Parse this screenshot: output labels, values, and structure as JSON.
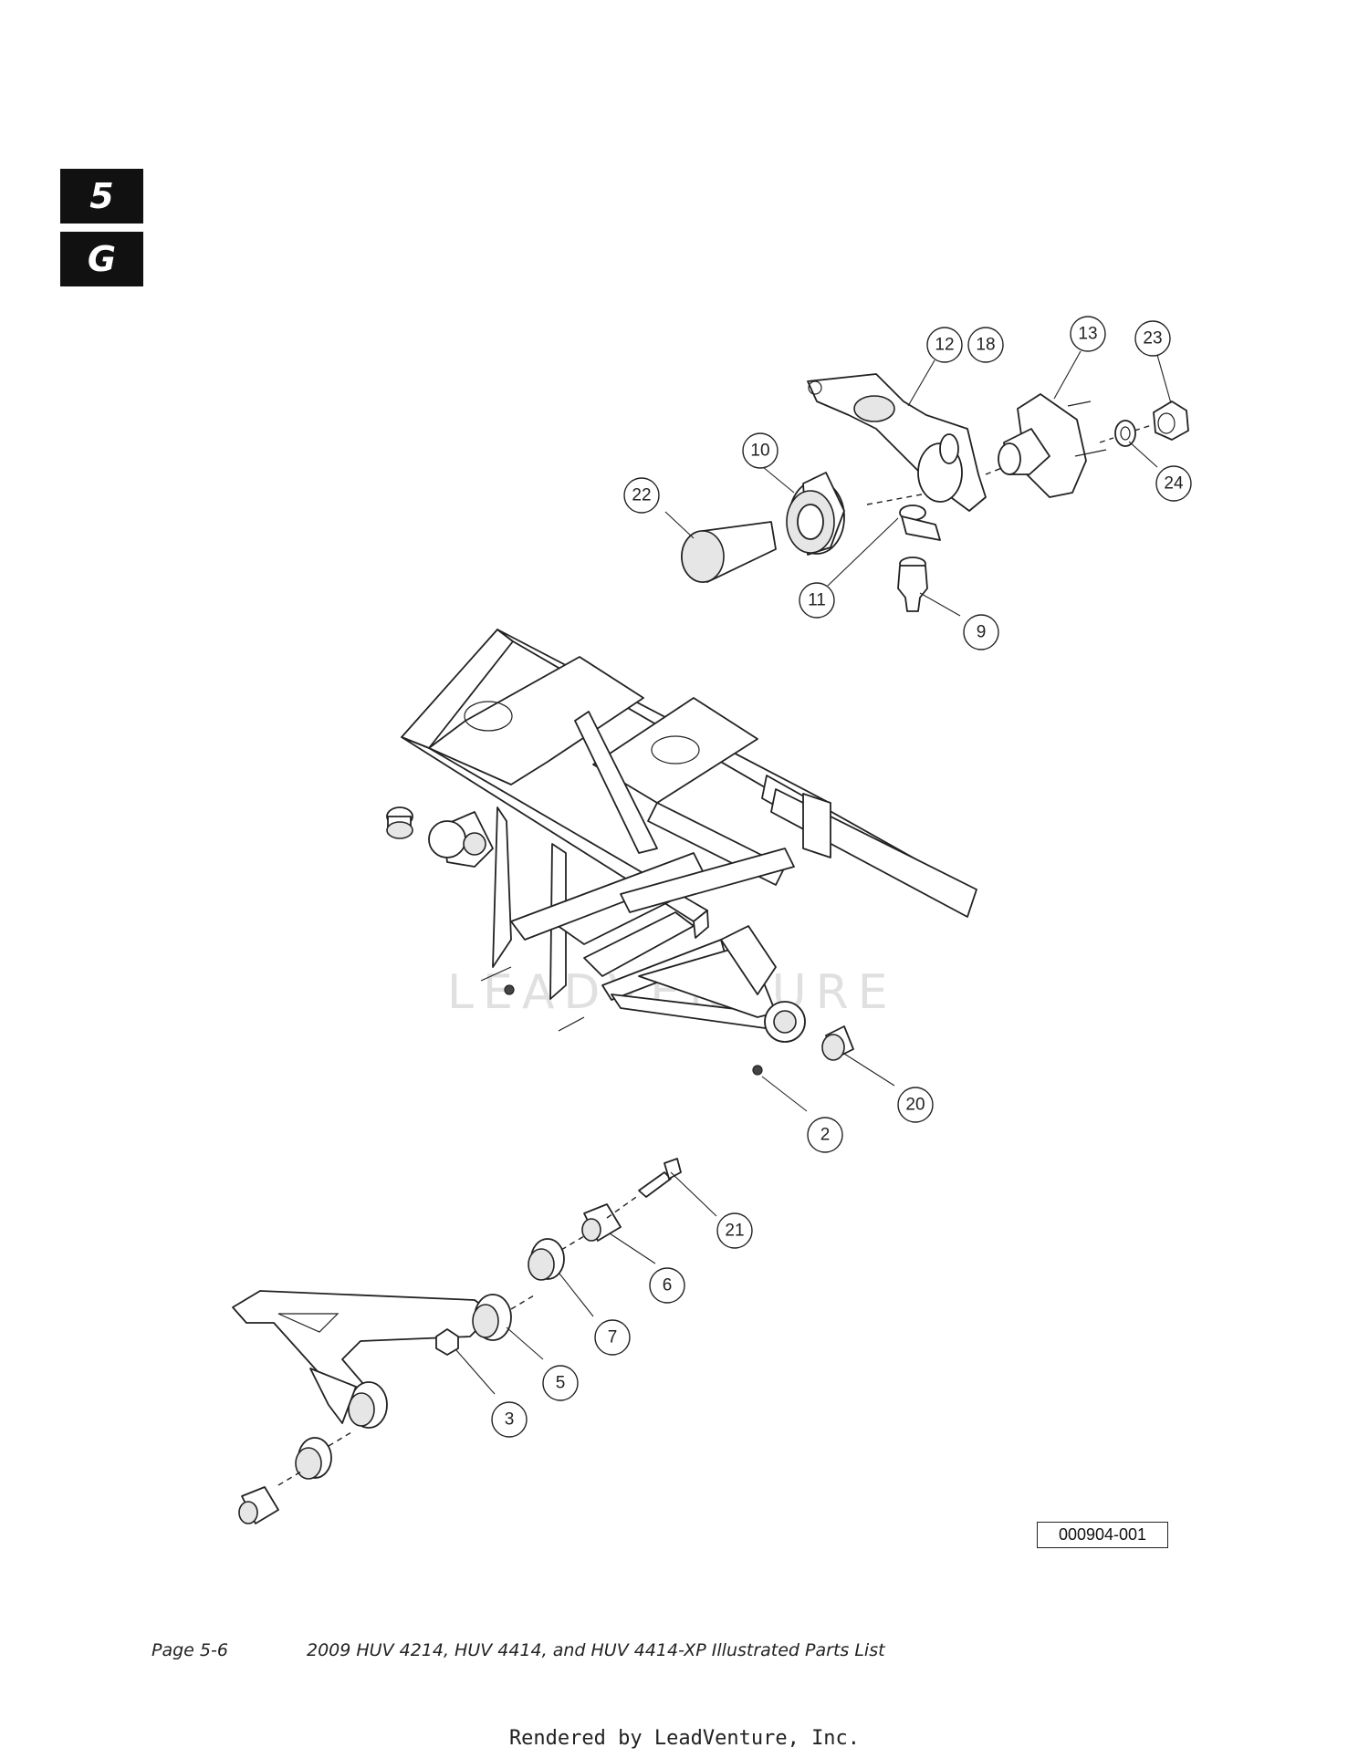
{
  "tabs": {
    "section": "5",
    "subsection": "G"
  },
  "callouts": [
    {
      "id": "c12",
      "label": "12"
    },
    {
      "id": "c18",
      "label": "18"
    },
    {
      "id": "c13",
      "label": "13"
    },
    {
      "id": "c23",
      "label": "23"
    },
    {
      "id": "c24",
      "label": "24"
    },
    {
      "id": "c10",
      "label": "10"
    },
    {
      "id": "c22",
      "label": "22"
    },
    {
      "id": "c11",
      "label": "11"
    },
    {
      "id": "c9",
      "label": "9"
    },
    {
      "id": "c20",
      "label": "20"
    },
    {
      "id": "c2",
      "label": "2"
    },
    {
      "id": "c21",
      "label": "21"
    },
    {
      "id": "c6",
      "label": "6"
    },
    {
      "id": "c7",
      "label": "7"
    },
    {
      "id": "c5",
      "label": "5"
    },
    {
      "id": "c3",
      "label": "3"
    }
  ],
  "watermark": "LEADVENTURE",
  "figure_ref": "000904-001",
  "footer": {
    "page": "Page 5-6",
    "title": "2009 HUV 4214, HUV 4414, and HUV 4414-XP Illustrated Parts List"
  },
  "rendered_by": "Rendered by LeadVenture, Inc."
}
